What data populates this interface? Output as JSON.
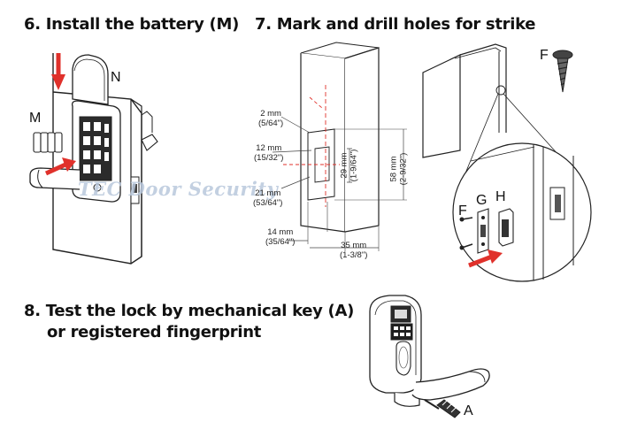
{
  "steps": {
    "s6": {
      "title": "6. Install the battery (M)",
      "labels": {
        "n": "N",
        "m": "M"
      }
    },
    "s7": {
      "title": "7. Mark and drill holes for strike",
      "labels": {
        "f_top": "F",
        "f_small": "F",
        "g": "G",
        "h": "H"
      },
      "dims": {
        "d1": "2 mm",
        "d1b": "(5/64\")",
        "d2": "12 mm",
        "d2b": "(15/32\")",
        "d3": "21 mm",
        "d3b": "(53/64\")",
        "d4": "29 mm",
        "d4b": "(1-9/64\")",
        "d5": "58 mm",
        "d5b": "(2-9/32\")",
        "d6": "14 mm",
        "d6b": "(35/64\")",
        "d7": "35 mm",
        "d7b": "(1-3/8\")"
      }
    },
    "s8": {
      "title_line1": "8. Test the lock by mechanical key (A)",
      "title_line2": "or registered fingerprint",
      "labels": {
        "a": "A"
      }
    }
  },
  "watermark": "TEC Door Security",
  "colors": {
    "arrow_red": "#e0312b",
    "line": "#222222",
    "watermark": "#b9c8dc"
  }
}
